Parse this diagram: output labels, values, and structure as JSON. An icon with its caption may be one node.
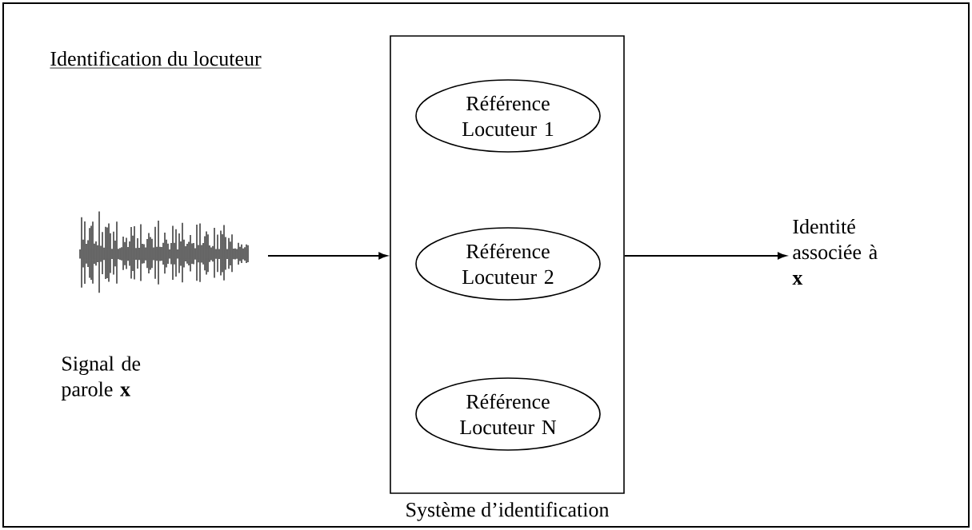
{
  "diagram": {
    "title": "Identification du locuteur",
    "nodes": [
      {
        "text": [],
        "shape": "picture",
        "beside": [
          "Signal de parole **x**"
        ]
      },
      {
        "text": [
          "Système d’identification"
        ]
      },
      {
        "text": [
          "Référence Locuteur 1"
        ],
        "in": 1
      },
      {
        "text": [
          "Référence Locuteur 2"
        ],
        "in": 1
      },
      {
        "text": [
          "Référence Locuteur N"
        ],
        "in": 1
      },
      {
        "text": [
          "Identité associée à **x**"
        ]
      }
    ],
    "edges": [
      {
        "from": 0,
        "to": 1,
        "arrow": "to"
      },
      {
        "from": 1,
        "to": 5,
        "arrow": "to"
      }
    ]
  }
}
